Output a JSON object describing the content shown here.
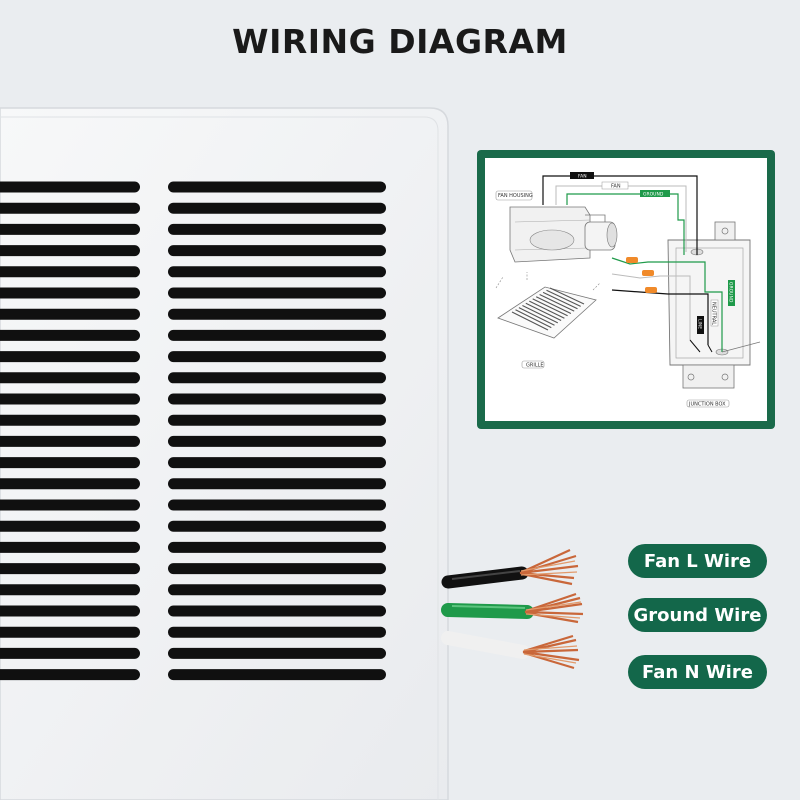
{
  "title": "WIRING DIAGRAM",
  "diagram": {
    "labels": {
      "fan_top": "FAN",
      "fan_mid": "FAN",
      "ground": "GROUND",
      "fan_housing": "FAN HOUSING",
      "grille": "GRILLE",
      "junction_box": "JUNCTION BOX",
      "ground_vertical": "GROUND",
      "neutral": "NEUTRAL",
      "line": "LINE"
    }
  },
  "wire_labels": {
    "fan_l": "Fan L Wire",
    "ground": "Ground Wire",
    "fan_n": "Fan N Wire"
  },
  "colors": {
    "accent_green": "#13674a",
    "wire_green": "#1f9a4a",
    "copper": "#c9673a"
  }
}
